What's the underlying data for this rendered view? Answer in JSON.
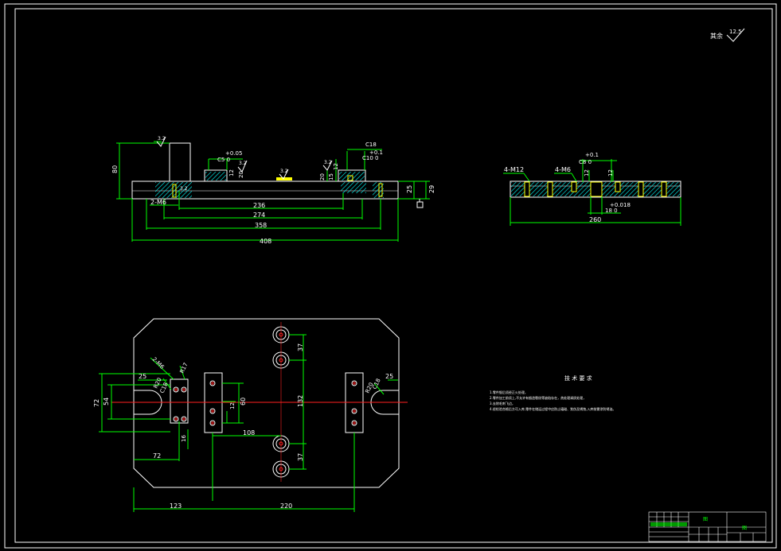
{
  "colors": {
    "background": "#000000",
    "outline": "#ffffff",
    "dimension": "#00ff00",
    "centerline": "#ff2020",
    "hatch": "#00ffff",
    "highlight": "#ffff00"
  },
  "surface_finish": {
    "label": "其余",
    "value": "12.5"
  },
  "front_view": {
    "dims": {
      "d236": "236",
      "d274": "274",
      "d358": "358",
      "d408": "408",
      "h80": "80",
      "h25": "25",
      "h29": "29",
      "thread": "2-M6",
      "tol_05": "+0.05",
      "c50": "C5 0",
      "v20a": "20",
      "v12a": "12",
      "v20b": "20",
      "v15": "15",
      "v12b": "12",
      "c18": "C18",
      "tol_1": "+0.1",
      "c10": "C10 0",
      "ra32a": "3.2",
      "ra32b": "3.2",
      "ra32c": "3.2",
      "ra32d": "3.2",
      "ra32e": "3.2"
    }
  },
  "side_view": {
    "dims": {
      "m12": "4-M12",
      "m6": "4-M6",
      "c8": "C8 0",
      "tol_1": "+0.1",
      "v12": "12",
      "v12b": "12",
      "tol_018": "+0.018",
      "d18": "18 0",
      "d260": "260"
    }
  },
  "plan_view": {
    "dims": {
      "d25a": "25",
      "d25b": "25",
      "d72v": "72",
      "d54": "54",
      "d72h": "72",
      "d16": "16",
      "d12": "12",
      "d60": "60",
      "d108": "108",
      "d37a": "37",
      "d132": "132",
      "d37b": "37",
      "d123": "123",
      "d220": "220",
      "holes": "2-M6",
      "r17": "R17",
      "r20a": "R20",
      "r20b": "R20",
      "c18a": "C18",
      "c18b": "C18"
    }
  },
  "tech_req": {
    "title": "技 术 要 求",
    "items": [
      "1.零件锻后须经正火处理，",
      "2.零件加工前须上,不允许有锻造裂纹等缺陷存在，热处理调质处理，",
      "3.去除毛刺飞边，",
      "4.经检验合格后方可入库,零件在储运过程中应防止磕碰、划伤及锈蚀,入库前需涂防锈油。"
    ]
  },
  "title_block": {
    "mark_a": "图",
    "mark_b": "图"
  }
}
